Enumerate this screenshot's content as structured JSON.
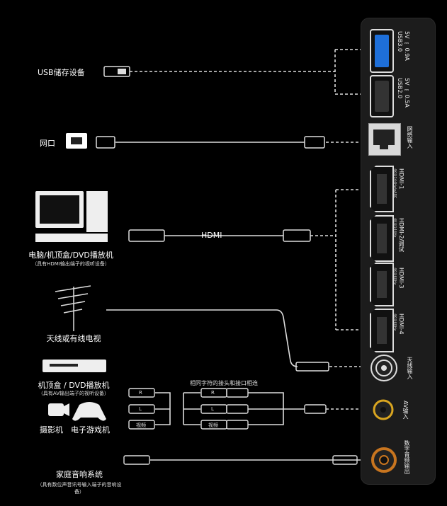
{
  "panel": {
    "ports": {
      "usb3_label": "USB3.0",
      "usb3_sub": "5V ⎓ 0.9A",
      "usb2_label": "USB2.0",
      "usb2_sub": "5V ⎓ 0.5A",
      "network_label": "网络输入",
      "hdmi1_label": "HDMI-1",
      "hdmi1_sub": "4K@144Hz/eARC",
      "hdmi2_label": "HDMI-2/调试",
      "hdmi2_sub": "4K@144Hz",
      "hdmi3_label": "HDMI-3",
      "hdmi3_sub": "4K@60Hz",
      "hdmi4_label": "HDMI-4",
      "hdmi4_sub": "4K@60Hz",
      "antenna_label": "天线输入",
      "av_label": "AV输入",
      "digital_audio_label": "数字音频输出"
    },
    "colors": {
      "usb3_accent": "#1e6fd9",
      "coax_accent": "#c8751f",
      "av_accent": "#d9a520"
    }
  },
  "devices": {
    "usb_storage": "USB储存设备",
    "network_port": "网口",
    "computer": "电脑/机顶盒/DVD播放机",
    "computer_note": "（具有HDMI输出端子的视听设备）",
    "hdmi_cable": "HDMI",
    "antenna": "天线或有线电视",
    "settop_av": "机顶盒 / DVD播放机",
    "settop_av_note": "（具有AV输出端子的视听设备）",
    "camcorder": "摄影机",
    "game_console": "电子游戏机",
    "home_theater": "家庭音响系统",
    "home_theater_note": "（具有数位声音讯号输入端子的音响设备）",
    "same_char_note": "相同字符的接头和接口相连",
    "av_plug_labels": [
      "R",
      "L",
      "视频"
    ]
  }
}
